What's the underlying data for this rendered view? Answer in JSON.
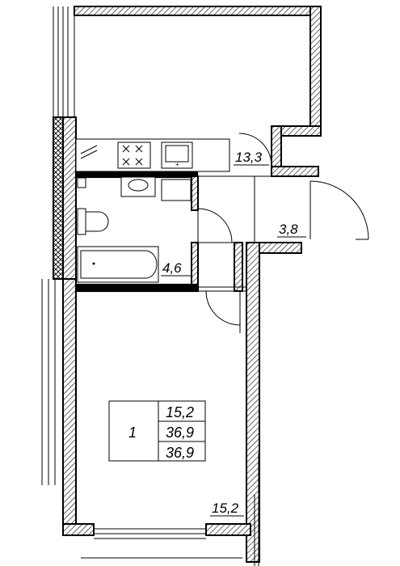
{
  "rooms": {
    "living_area": "13,3",
    "hallway_area": "3,8",
    "bathroom_area": "4,6",
    "balcony_area": "15,2"
  },
  "summary": {
    "rooms_count": "1",
    "living_area": "15,2",
    "total_area": "36,9",
    "total_area_with_balcony": "36,9"
  }
}
